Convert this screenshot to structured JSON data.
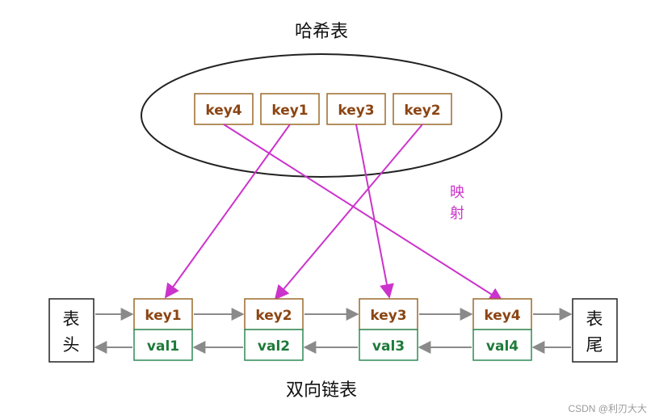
{
  "hash_table": {
    "title": "哈希表",
    "keys": [
      "key4",
      "key1",
      "key3",
      "key2"
    ]
  },
  "mapping_label": [
    "映",
    "射"
  ],
  "linked_list": {
    "title": "双向链表",
    "head": [
      "表",
      "头"
    ],
    "tail": [
      "表",
      "尾"
    ],
    "nodes": [
      {
        "key": "key1",
        "val": "val1"
      },
      {
        "key": "key2",
        "val": "val2"
      },
      {
        "key": "key3",
        "val": "val3"
      },
      {
        "key": "key4",
        "val": "val4"
      }
    ]
  },
  "mappings": [
    {
      "from": "key4",
      "to": "key4"
    },
    {
      "from": "key1",
      "to": "key1"
    },
    {
      "from": "key3",
      "to": "key3"
    },
    {
      "from": "key2",
      "to": "key2"
    }
  ],
  "colors": {
    "key_text": "#8b4513",
    "key_border": "#9b6a2a",
    "val_text": "#1f7a3a",
    "val_border": "#2e8b57",
    "mapping": "#cc33cc",
    "list_arrow": "#8a8a8a",
    "ellipse": "#222222"
  },
  "watermark": "CSDN @利刃大大"
}
